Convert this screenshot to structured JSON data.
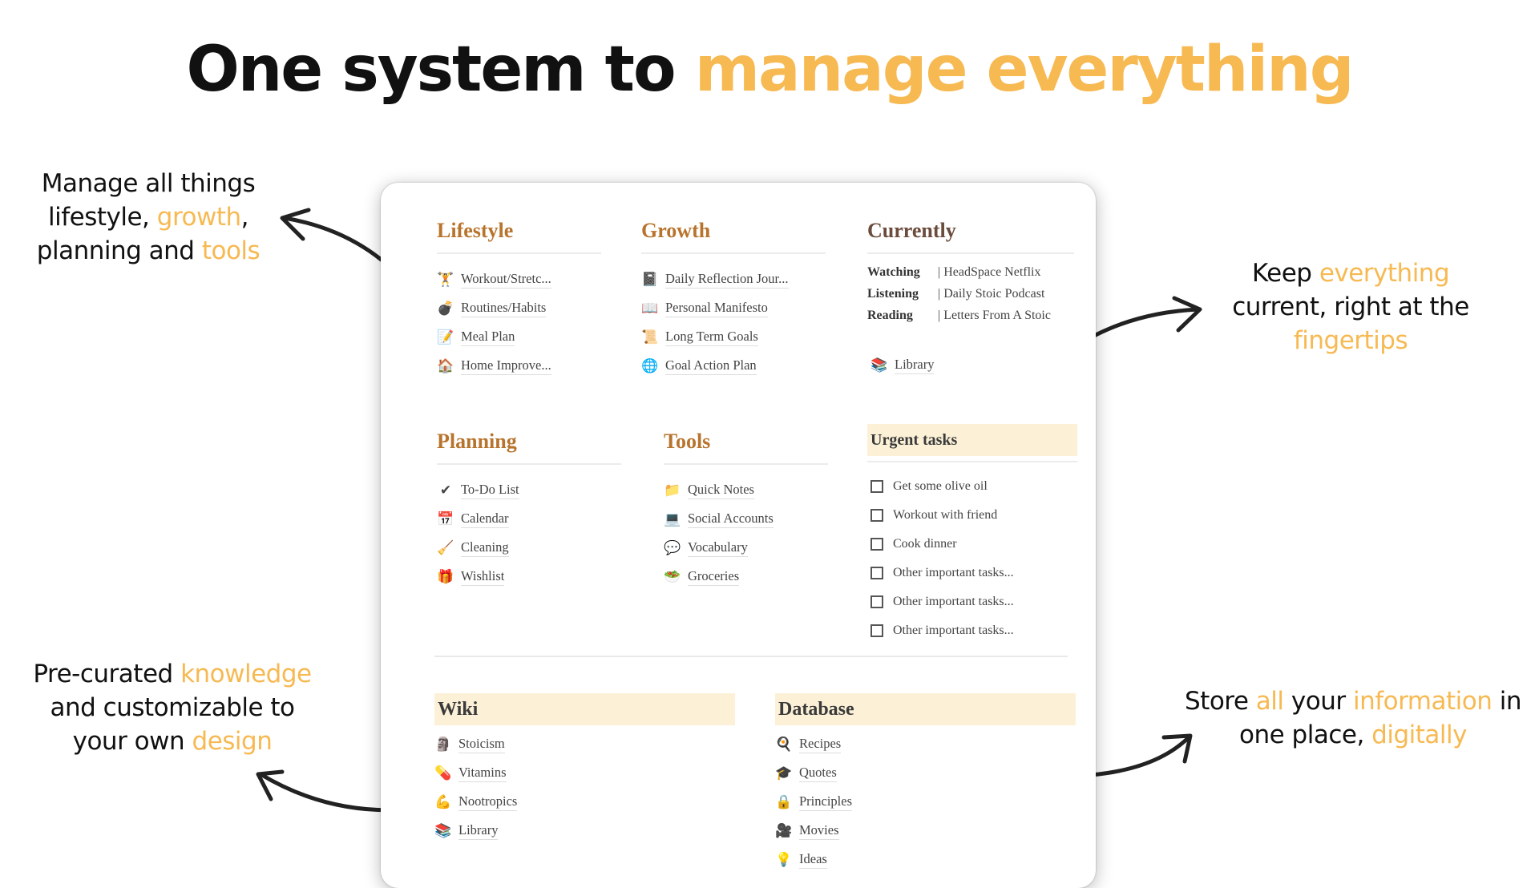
{
  "headline": {
    "part1": "One system to ",
    "part2": "manage everything"
  },
  "callouts": {
    "top_left": {
      "t1": "Manage all things lifestyle, ",
      "h1": "growth",
      "t2": ", planning and ",
      "h2": "tools"
    },
    "top_right": {
      "t1": "Keep ",
      "h1": "everything",
      "t2": " current, right at the ",
      "h2": "fingertips"
    },
    "bottom_left": {
      "t1": "Pre-curated ",
      "h1": "knowledge",
      "t2": " and customizable to your own ",
      "h2": "design"
    },
    "bottom_right": {
      "t1": "Store ",
      "h1": "all",
      "t2": " your ",
      "h2": "information",
      "t3": " in one place, ",
      "h3": "digitally"
    }
  },
  "colors": {
    "accent": "#f7b952",
    "section_title": "#b8742d",
    "band": "#fcf1d7"
  },
  "lifestyle": {
    "title": "Lifestyle",
    "items": [
      {
        "icon": "dumbbell-icon",
        "glyph": "🏋",
        "label": "Workout/Stretc..."
      },
      {
        "icon": "bomb-icon",
        "glyph": "💣",
        "label": "Routines/Habits"
      },
      {
        "icon": "memo-icon",
        "glyph": "📝",
        "label": "Meal Plan"
      },
      {
        "icon": "house-icon",
        "glyph": "🏠",
        "label": "Home Improve..."
      }
    ]
  },
  "growth": {
    "title": "Growth",
    "items": [
      {
        "icon": "notebook-icon",
        "glyph": "📓",
        "label": "Daily Reflection Jour..."
      },
      {
        "icon": "open-book-icon",
        "glyph": "📖",
        "label": "Personal Manifesto"
      },
      {
        "icon": "scroll-icon",
        "glyph": "📜",
        "label": "Long Term Goals"
      },
      {
        "icon": "globe-icon",
        "glyph": "🌐",
        "label": "Goal Action Plan"
      }
    ]
  },
  "currently": {
    "title": "Currently",
    "rows": [
      {
        "key": "Watching",
        "value": "| HeadSpace Netflix"
      },
      {
        "key": "Listening",
        "value": "| Daily Stoic Podcast"
      },
      {
        "key": "Reading",
        "value": "| Letters From A Stoic"
      }
    ],
    "library": {
      "icon": "books-icon",
      "glyph": "📚",
      "label": "Library"
    }
  },
  "planning": {
    "title": "Planning",
    "items": [
      {
        "icon": "check-icon",
        "glyph": "✔",
        "label": "To-Do List"
      },
      {
        "icon": "calendar-icon",
        "glyph": "📅",
        "label": "Calendar"
      },
      {
        "icon": "broom-icon",
        "glyph": "🧹",
        "label": "Cleaning"
      },
      {
        "icon": "gift-icon",
        "glyph": "🎁",
        "label": "Wishlist"
      }
    ]
  },
  "tools": {
    "title": "Tools",
    "items": [
      {
        "icon": "folder-icon",
        "glyph": "📁",
        "label": "Quick Notes"
      },
      {
        "icon": "laptop-icon",
        "glyph": "💻",
        "label": "Social Accounts"
      },
      {
        "icon": "speech-bubble-icon",
        "glyph": "💬",
        "label": "Vocabulary"
      },
      {
        "icon": "salad-icon",
        "glyph": "🥗",
        "label": "Groceries"
      }
    ]
  },
  "urgent": {
    "title": "Urgent tasks",
    "tasks": [
      "Get some olive oil",
      "Workout with friend",
      "Cook dinner",
      "Other important tasks...",
      "Other important tasks...",
      "Other important tasks..."
    ]
  },
  "wiki": {
    "title": "Wiki",
    "items": [
      {
        "icon": "statue-icon",
        "glyph": "🗿",
        "label": "Stoicism"
      },
      {
        "icon": "pill-icon",
        "glyph": "💊",
        "label": "Vitamins"
      },
      {
        "icon": "muscle-icon",
        "glyph": "💪",
        "label": "Nootropics"
      },
      {
        "icon": "books-icon",
        "glyph": "📚",
        "label": "Library"
      }
    ]
  },
  "database": {
    "title": "Database",
    "items": [
      {
        "icon": "cooking-icon",
        "glyph": "🍳",
        "label": "Recipes"
      },
      {
        "icon": "graduation-cap-icon",
        "glyph": "🎓",
        "label": "Quotes"
      },
      {
        "icon": "lock-icon",
        "glyph": "🔒",
        "label": "Principles"
      },
      {
        "icon": "film-camera-icon",
        "glyph": "🎥",
        "label": "Movies"
      },
      {
        "icon": "light-bulb-icon",
        "glyph": "💡",
        "label": "Ideas"
      }
    ]
  }
}
